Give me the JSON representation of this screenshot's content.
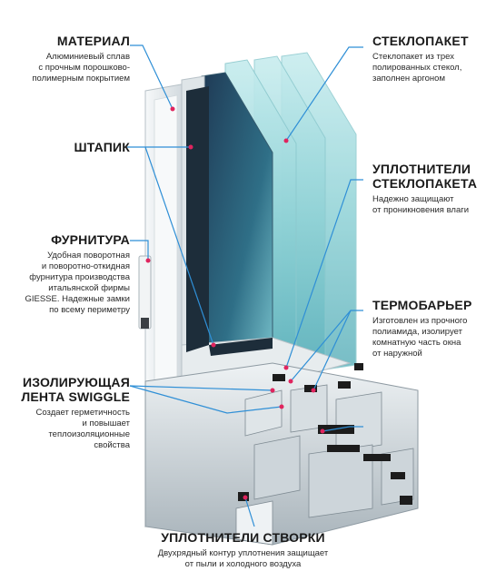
{
  "annotations": [
    {
      "key": "material",
      "title": "МАТЕРИАЛ",
      "desc": "Алюминиевый сплав\nс прочным порошково-\nполимерным покрытием"
    },
    {
      "key": "glazing",
      "title": "СТЕКЛОПАКЕТ",
      "desc": "Стеклопакет из трех\nполированных стекол,\nзаполнен аргоном"
    },
    {
      "key": "shtapik",
      "title": "ШТАПИК",
      "desc": ""
    },
    {
      "key": "glazing_seals",
      "title": "УПЛОТНИТЕЛИ\nСТЕКЛОПАКЕТА",
      "desc": "Надежно защищают\nот проникновения влаги"
    },
    {
      "key": "hardware",
      "title": "ФУРНИТУРА",
      "desc": "Удобная поворотная\nи поворотно-откидная\nфурнитура производства\nитальянской фирмы\nGIESSE. Надежные замки\nпо всему периметру"
    },
    {
      "key": "thermal_barrier",
      "title": "ТЕРМОБАРЬЕР",
      "desc": "Изготовлен из прочного\nполиамида, изолирует\nкомнатную часть окна\nот наружной"
    },
    {
      "key": "swiggle",
      "title": "ИЗОЛИРУЮЩАЯ\nЛЕНТА SWIGGLE",
      "desc": "Создает герметичность\nи повышает\nтеплоизоляционные\nсвойства"
    },
    {
      "key": "sash_seals",
      "title": "УПЛОТНИТЕЛИ СТВОРКИ",
      "desc": "Двухрядный контур уплотнения защищает\nот пыли и холодного воздуха"
    }
  ],
  "colors": {
    "leader": "#2f8fd6",
    "dot": "#e0245e",
    "glass": "#9ed9dc",
    "frame": "#e9eef0"
  }
}
